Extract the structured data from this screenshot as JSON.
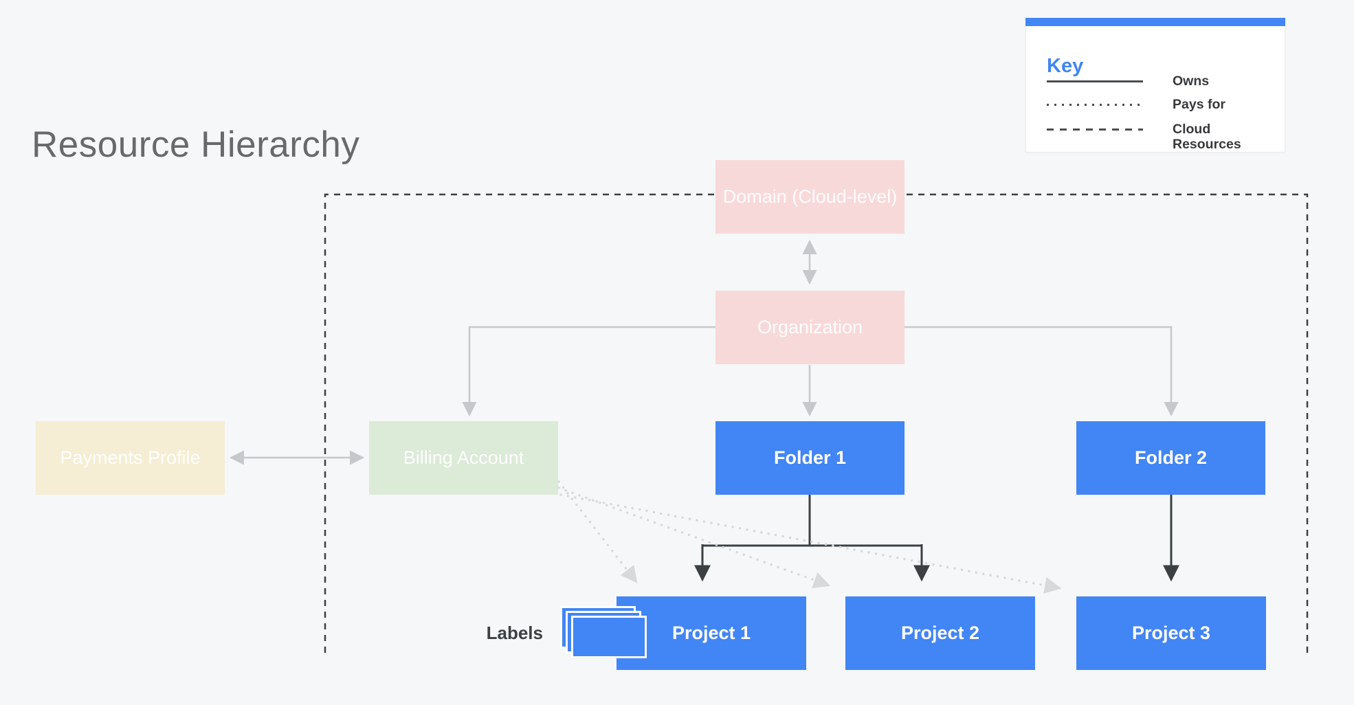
{
  "title": "Resource Hierarchy",
  "key": {
    "heading": "Key",
    "items": [
      {
        "line_style": "solid",
        "label": "Owns"
      },
      {
        "line_style": "dotted",
        "label": "Pays for"
      },
      {
        "line_style": "dashed",
        "label": "Cloud Resources"
      }
    ]
  },
  "nodes": {
    "domain": {
      "label": "Domain (Cloud-level)",
      "color_key": "pink"
    },
    "organization": {
      "label": "Organization",
      "color_key": "pink"
    },
    "payments_profile": {
      "label": "Payments Profile",
      "color_key": "cream"
    },
    "billing_account": {
      "label": "Billing Account",
      "color_key": "green"
    },
    "folder1": {
      "label": "Folder 1",
      "color_key": "blue"
    },
    "folder2": {
      "label": "Folder 2",
      "color_key": "blue"
    },
    "project1": {
      "label": "Project 1",
      "color_key": "blue"
    },
    "project2": {
      "label": "Project 2",
      "color_key": "blue"
    },
    "project3": {
      "label": "Project 3",
      "color_key": "blue"
    }
  },
  "labels_caption": "Labels",
  "edges": [
    {
      "from": "domain",
      "to": "organization",
      "type": "owns",
      "bidirectional": true
    },
    {
      "from": "organization",
      "to": "billing_account",
      "type": "owns"
    },
    {
      "from": "organization",
      "to": "folder1",
      "type": "owns"
    },
    {
      "from": "organization",
      "to": "folder2",
      "type": "owns"
    },
    {
      "from": "payments_profile",
      "to": "billing_account",
      "type": "owns",
      "bidirectional": true
    },
    {
      "from": "folder1",
      "to": "project1",
      "type": "owns"
    },
    {
      "from": "folder1",
      "to": "project2",
      "type": "owns"
    },
    {
      "from": "folder2",
      "to": "project3",
      "type": "owns"
    },
    {
      "from": "billing_account",
      "to": "project1",
      "type": "pays_for"
    },
    {
      "from": "billing_account",
      "to": "project2",
      "type": "pays_for"
    },
    {
      "from": "billing_account",
      "to": "project3",
      "type": "pays_for"
    }
  ],
  "cloud_resources_boundary": "dashed rectangle enclosing Domain, Organization, Billing Account, Folders and Projects",
  "colors": {
    "background": "#f5f7f8",
    "blue": "#4285f4",
    "pink": "#f8d9d9",
    "green": "#dcead8",
    "cream": "#f5eed4",
    "dark": "#3c4043",
    "gray_connector": "#c6c8cb",
    "dotted_connector": "#d7d9da",
    "title_text": "#67696b",
    "key_heading": "#4285f4",
    "legend_line": "#4a4d50",
    "white_label": "rgba(255,255,255,0.92)"
  }
}
